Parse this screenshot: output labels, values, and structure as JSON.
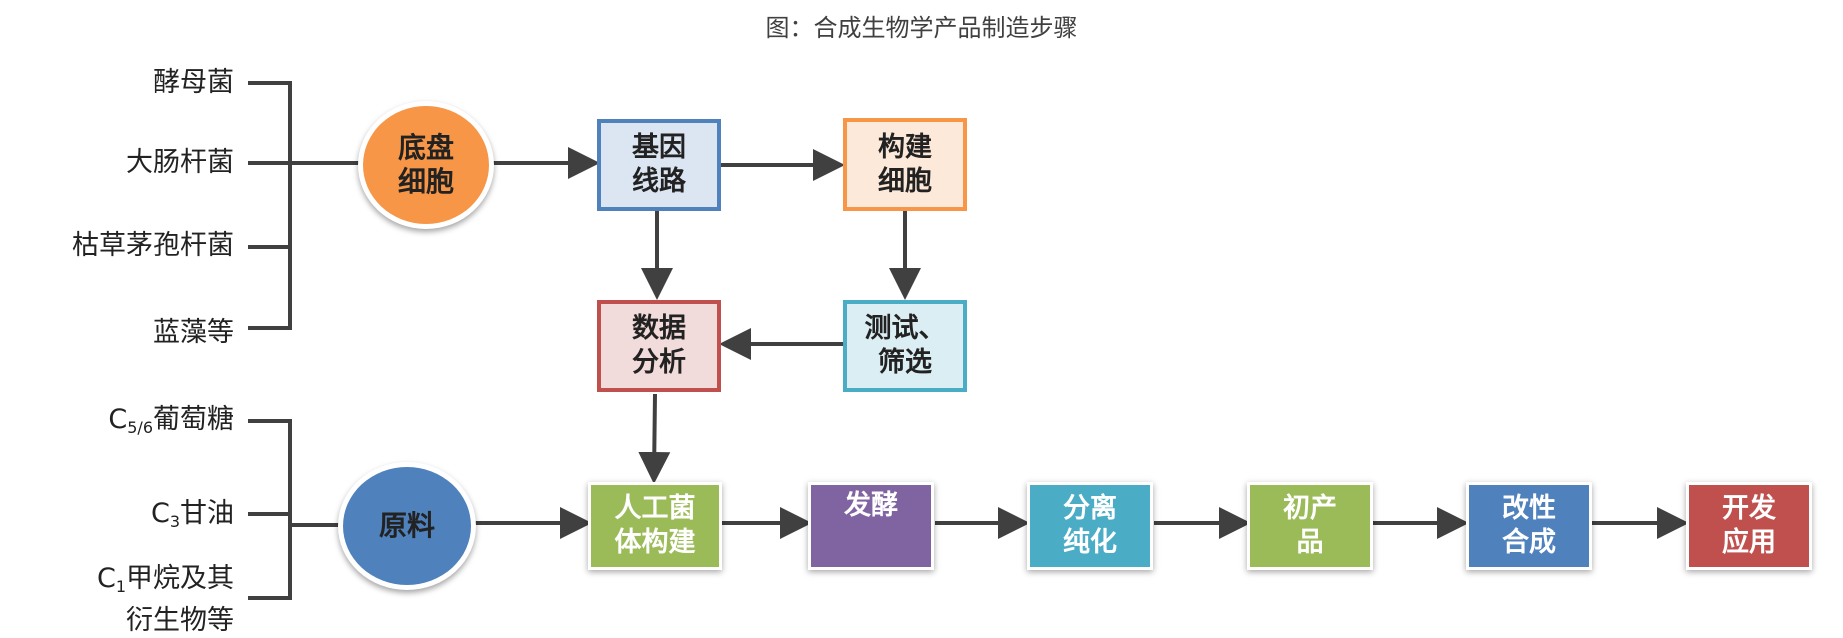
{
  "title": "图：合成生物学产品制造步骤",
  "chassis_sources": [
    "酵母菌",
    "大肠杆菌",
    "枯草茅孢杆菌",
    "蓝藻等"
  ],
  "raw_sources": {
    "glucose": {
      "c": "C",
      "sub": "5/6",
      "text": "葡萄糖"
    },
    "glycerol": {
      "c": "C",
      "sub": "3",
      "text": "甘油"
    },
    "methane": {
      "c": "C",
      "sub": "1",
      "text": "甲烷及其",
      "line2": "衍生物等"
    }
  },
  "nodes": {
    "chassis": {
      "line1": "底盘",
      "line2": "细胞"
    },
    "raw": {
      "label": "原料"
    },
    "gene": {
      "line1": "基因",
      "line2": "线路"
    },
    "build": {
      "line1": "构建",
      "line2": "细胞"
    },
    "analysis": {
      "line1": "数据",
      "line2": "分析"
    },
    "test": {
      "line1": "测试、",
      "line2": "筛选"
    },
    "strain": {
      "line1": "人工菌",
      "line2": "体构建"
    },
    "ferment": {
      "line1": "发酵"
    },
    "separate": {
      "line1": "分离",
      "line2": "纯化"
    },
    "initial": {
      "line1": "初产",
      "line2": "品"
    },
    "modify": {
      "line1": "改性",
      "line2": "合成"
    },
    "develop": {
      "line1": "开发",
      "line2": "应用"
    }
  },
  "colors": {
    "chassis": "#f79646",
    "raw": "#4f81bd",
    "gene_fill": "#dce6f2",
    "gene_border": "#4f81bd",
    "build_fill": "#fde9d9",
    "build_border": "#f79646",
    "analysis_fill": "#f2dcdb",
    "analysis_border": "#c0504d",
    "test_fill": "#dbeef4",
    "test_border": "#4bacc6",
    "strain": "#9bbb59",
    "ferment": "#8064a2",
    "separate": "#4bacc6",
    "initial": "#9bbb59",
    "modify": "#4f81bd",
    "develop": "#c0504d",
    "arrow": "#404040"
  }
}
